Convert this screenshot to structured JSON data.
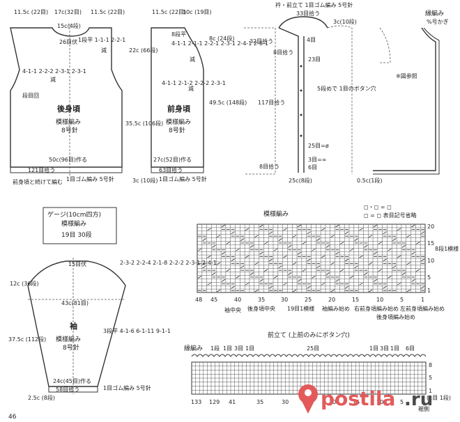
{
  "page_number": "46",
  "back": {
    "title": "後身頃",
    "pattern": "模様編み",
    "needle": "8号針",
    "top_left": "11.5c (22目)",
    "top_mid": "17c(32目)",
    "top_right": "11.5c (22目)",
    "neck_dec": "15c(4段)",
    "shoulder": "26目伏",
    "shoulder_steps": "1段平 1-1-1 2-2-1",
    "shoulder_dec": "減",
    "height_right": "22c (66段)",
    "armhole": "4-1-1 2-2-2 2-3-1 2-3-1",
    "armhole_note": "段目回",
    "armhole_dec": "減",
    "width": "50c(96目)作る",
    "pickup": "121目拾う",
    "rib": "1目ゴム編み 5号針",
    "join": "前身頃と続けて編む",
    "total_h": "35.5c (106段)"
  },
  "front": {
    "title": "前身頃",
    "pattern": "模様編み",
    "needle": "8号針",
    "top_left": "11.5c (22目)",
    "top_right": "10c (19目)",
    "neck_label": "8段平",
    "neck_steps": "4-1-1 2-1-1 2-2-1 2-3-1 2-4-1 2-6-1",
    "neck_dec": "減",
    "arm_steps": "4-1-1 2-1-2 2-2-2 2-3-1",
    "arm_dec": "減",
    "depth": "8c (24段)",
    "height": "49.5c (148段)",
    "width": "27c(52目)作る",
    "pickup": "63目拾う",
    "rib": "1目ゴム編み 5号針",
    "rib_h": "3c (10段)"
  },
  "collar": {
    "title": "衿・前立て 1目ゴム編み 5号針",
    "top": "33目拾う",
    "side": "3c(10段)",
    "left": "32目拾う",
    "row4": "4目",
    "row8": "8目拾う",
    "row23": "23目",
    "buttonhole": "5段めで 1目のボタン穴",
    "left117": "117目拾う",
    "r25": "25目=ø",
    "r3": "3目=∞",
    "r8": "8目拾う",
    "r6": "6目",
    "bottom": "25c(8段)"
  },
  "edge": {
    "title": "縁編み",
    "needle": "%号かぎ",
    "ref": "※図参照",
    "width": "0.5c(1段)"
  },
  "gauge": {
    "title": "ゲージ(10cm四方)",
    "pattern": "模様編み",
    "value": "19目 30段"
  },
  "sleeve": {
    "title": "袖",
    "pattern": "模様編み",
    "needle": "8号針",
    "cap": "15目伏",
    "cap_steps": "2-3-2 2-2-4 2-1-8 2-2-2 2-3-1 2-4-1",
    "cap_height": "12c (36段)",
    "width": "43c(81目)",
    "side": "3段平 4-1-6 6-1-11 9-1-1",
    "height": "37.5c (112段)",
    "cast": "24c(45目)作る",
    "pickup": "58目拾う",
    "rib": "1目ゴム編み 5号針",
    "rib_h": "2.5c (8段)"
  },
  "chart1": {
    "title": "模様編み",
    "legend1": "◻・◻ = ◻",
    "legend2": "◻ = ◻ 表目記号省略",
    "bottom_nums": [
      "48",
      "45",
      "40",
      "35",
      "30",
      "25",
      "20",
      "15",
      "10",
      "5",
      "1"
    ],
    "right_nums": [
      "20",
      "15",
      "10",
      "5",
      "1"
    ],
    "repeat_label": "8段1模様",
    "repeat19": "19目1模様",
    "ann": [
      "袖中央",
      "後身頃中央",
      "袖編み始め",
      "右前身頃編み始め",
      "後身頃編み始め",
      "左前身頃編み始め"
    ]
  },
  "chart2": {
    "title": "前立て (上前のみにボタン穴)",
    "edge_title": "縁編み",
    "stitch1": "1段",
    "counts": [
      "1目",
      "3目",
      "1目",
      "25目",
      "1目",
      "3目",
      "1目",
      "6目"
    ],
    "bottom_nums": [
      "133",
      "129",
      "41",
      "35",
      "30",
      "25",
      "20",
      "15",
      "10",
      "5",
      "1"
    ],
    "right_nums": [
      "8",
      "5",
      "1"
    ],
    "end_label": "(1目 1段)",
    "edge_note": "裾側"
  },
  "watermark": {
    "brand": "postila",
    "tld": ".ru"
  }
}
